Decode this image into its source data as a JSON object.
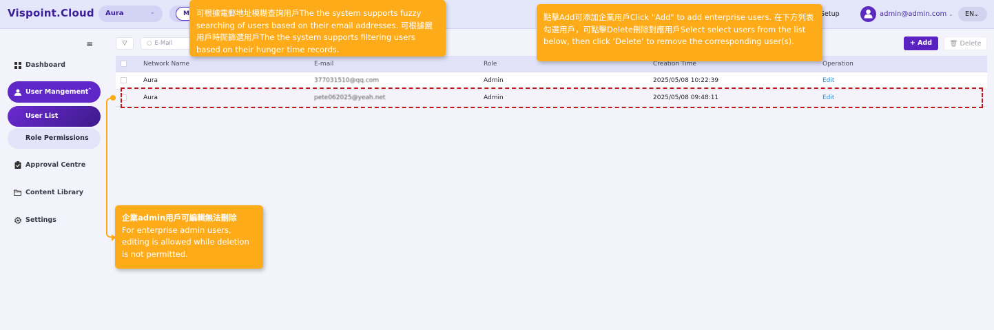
{
  "header": {
    "logo": "Vispoint.Cloud",
    "org_select": "Aura",
    "mode_pill": "Mo",
    "setup_label": "Setup",
    "user_email": "admin@admin.com",
    "language": "EN"
  },
  "sidebar": {
    "items": [
      {
        "label": "Dashboard",
        "icon": "grid-icon"
      },
      {
        "label": "User Mangement",
        "icon": "user-icon",
        "expanded": true,
        "children": [
          {
            "label": "User List",
            "active": true
          },
          {
            "label": "Role Permissions"
          }
        ]
      },
      {
        "label": "Approval Centre",
        "icon": "clipboard-check-icon"
      },
      {
        "label": "Content Library",
        "icon": "folder-icon"
      },
      {
        "label": "Settings",
        "icon": "gear-icon"
      }
    ]
  },
  "toolbar": {
    "search_placeholder": "E-Mail",
    "add_label": "+ Add",
    "delete_label": "Delete"
  },
  "table": {
    "columns": [
      "Network Name",
      "E-mail",
      "Role",
      "Creation Time",
      "Operation"
    ],
    "rows": [
      {
        "name": "Aura",
        "email": "377031510@qq.com",
        "role": "Admin",
        "created": "2025/05/08 10:22:39",
        "operation": "Edit"
      },
      {
        "name": "Aura",
        "email": "pete062025@yeah.net",
        "role": "Admin",
        "created": "2025/05/08 09:48:11",
        "operation": "Edit"
      }
    ]
  },
  "callouts": {
    "search_hint": "可根據電郵地址模糊查詢用戶The the system supports fuzzy searching of users based on their email addresses. 可根據餓用戶時間篩選用戶The the system supports filtering users based on their hunger time records.",
    "add_delete_hint": "點擊Add可添加企業用戶Click \"Add\" to add enterprise users. 在下方列表勾選用戶，可點擊Delete刪除對應用戶Select select users from the list below, then click ‘Delete’ to remove the corresponding user(s).",
    "admin_hint_title": "企業admin用戶可編輯無法刪除",
    "admin_hint_body": "For enterprise admin users, editing is allowed while deletion is not permitted."
  },
  "colors": {
    "brand": "#5b22c2",
    "callout": "#fdab18",
    "highlight": "#c0141a",
    "link": "#2a8fd8"
  }
}
